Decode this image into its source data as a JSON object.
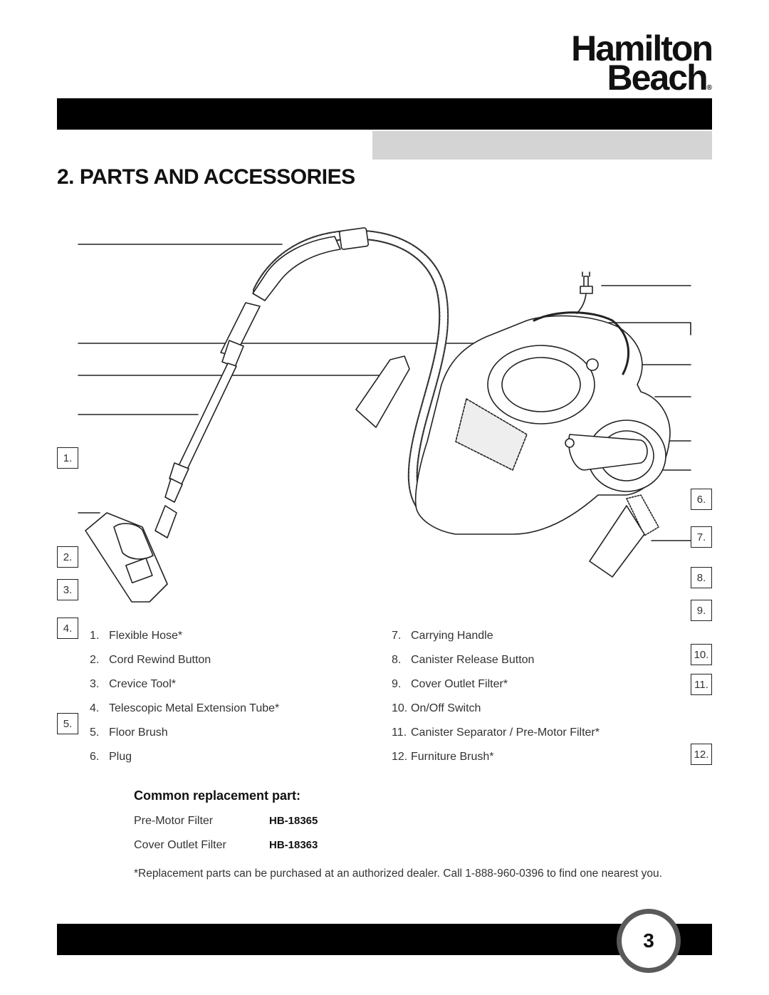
{
  "brand": {
    "line1": "Hamilton",
    "line2": "Beach",
    "reg": "®"
  },
  "section_title": "2. PARTS AND ACCESSORIES",
  "callouts": [
    "1.",
    "2.",
    "3.",
    "4.",
    "5.",
    "6.",
    "7.",
    "8.",
    "9.",
    "10.",
    "11.",
    "12."
  ],
  "parts_left": [
    {
      "num": "1.",
      "label": "Flexible Hose*"
    },
    {
      "num": "2.",
      "label": "Cord Rewind Button"
    },
    {
      "num": "3.",
      "label": "Crevice Tool*"
    },
    {
      "num": "4.",
      "label": "Telescopic Metal Extension Tube*"
    },
    {
      "num": "5.",
      "label": "Floor Brush"
    },
    {
      "num": "6.",
      "label": "Plug"
    }
  ],
  "parts_right": [
    {
      "num": "7.",
      "label": "Carrying Handle"
    },
    {
      "num": "8.",
      "label": "Canister Release Button"
    },
    {
      "num": "9.",
      "label": "Cover Outlet Filter*"
    },
    {
      "num": "10.",
      "label": "On/Off Switch"
    },
    {
      "num": "11.",
      "label": "Canister Separator / Pre-Motor Filter*"
    },
    {
      "num": "12.",
      "label": "Furniture Brush*"
    }
  ],
  "replacement": {
    "heading": "Common replacement part:",
    "rows": [
      {
        "name": "Pre-Motor Filter",
        "code": "HB-18365"
      },
      {
        "name": "Cover Outlet Filter",
        "code": "HB-18363"
      }
    ]
  },
  "footnote": "*Replacement parts can be purchased at an authorized dealer. Call 1-888-960-0396 to find one nearest you.",
  "page_number": "3"
}
